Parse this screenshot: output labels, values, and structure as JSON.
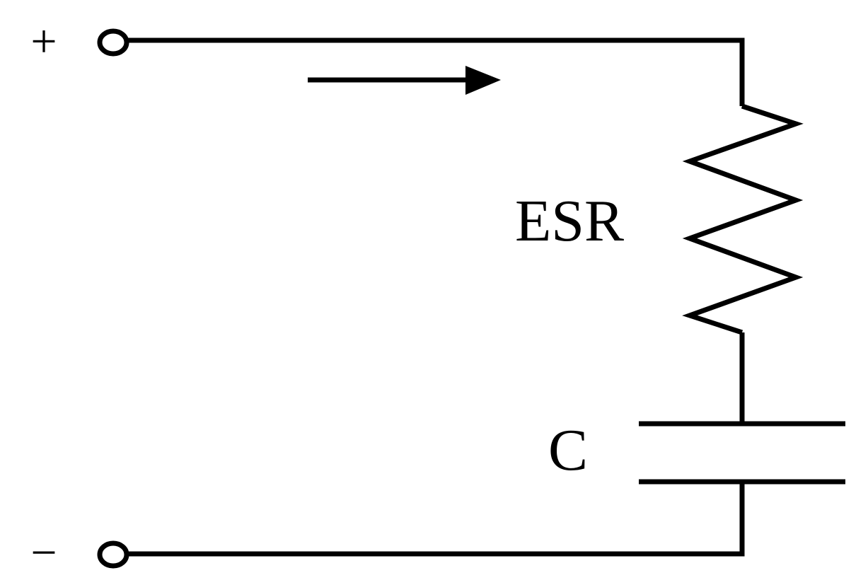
{
  "diagram": {
    "terminals": {
      "positive_label": "+",
      "negative_label": "−"
    },
    "components": {
      "resistor_label": "ESR",
      "capacitor_label": "C"
    },
    "current_arrow": {
      "direction": "right"
    },
    "line_color": "#000000",
    "background_color": "#ffffff"
  }
}
